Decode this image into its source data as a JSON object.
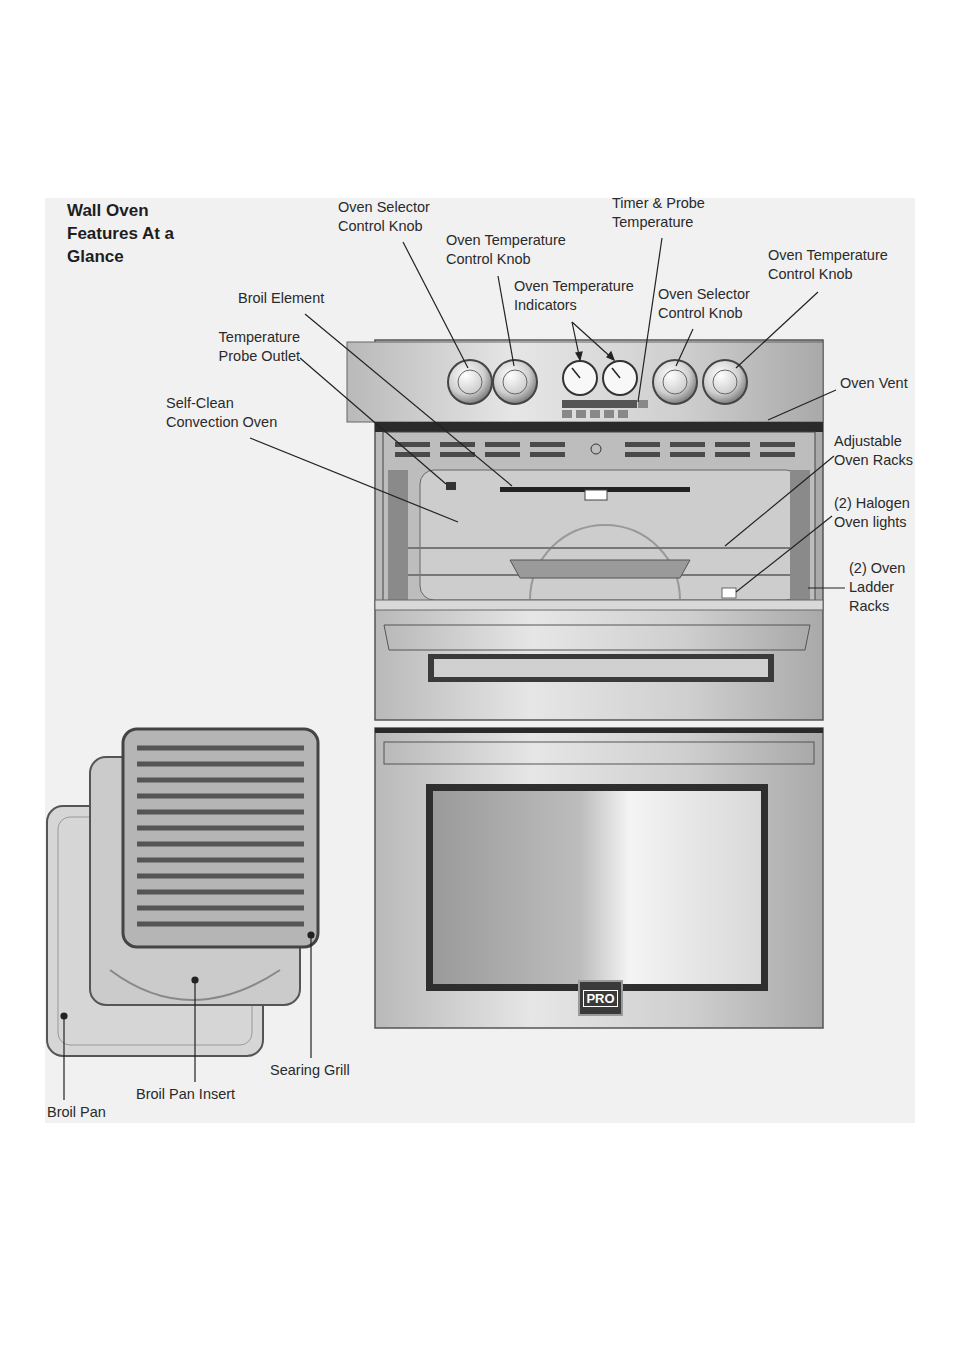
{
  "diagram": {
    "title": "Wall Oven Features At a Glance",
    "nodes": [
      {
        "text": [
          "PRO"
        ]
      }
    ],
    "labels": [
      "Oven Selector Control Knob",
      "Timer & Probe Temperature",
      "Oven Temperature Control Knob",
      "Oven Temperature Control Knob",
      "Broil Element",
      "Oven Temperature Indicators",
      "Oven Selector Control Knob",
      "Temperature Probe Outlet",
      "Oven Vent",
      "Self-Clean Convection Oven",
      "Adjustable Oven Racks",
      "(2) Halogen Oven lights",
      "(2) Oven Ladder Racks",
      "Searing Grill",
      "Broil Pan Insert",
      "Broil Pan"
    ]
  }
}
